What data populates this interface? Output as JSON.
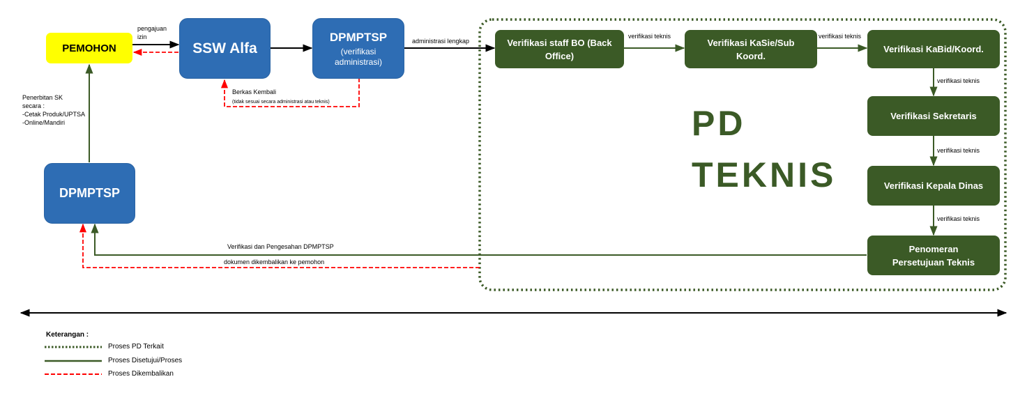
{
  "nodes": {
    "pemohon": "PEMOHON",
    "ssw_alfa": "SSW Alfa",
    "dpmptsp_admin_title": "DPMPTSP",
    "dpmptsp_admin_sub1": "(verifikasi",
    "dpmptsp_admin_sub2": "administrasi)",
    "dpmptsp_main": "DPMPTSP",
    "verif_staff_bo_1": "Verifikasi staff BO (Back",
    "verif_staff_bo_2": "Office)",
    "verif_kasie_1": "Verifikasi KaSie/Sub",
    "verif_kasie_2": "Koord.",
    "verif_kabid": "Verifikasi KaBid/Koord.",
    "verif_sekretaris": "Verifikasi Sekretaris",
    "verif_kadis": "Verifikasi Kepala Dinas",
    "penomeran_1": "Penomeran",
    "penomeran_2": "Persetujuan Teknis"
  },
  "labels": {
    "pengajuan_1": "pengajuan",
    "pengajuan_2": "izin",
    "administrasi_lengkap": "administrasi lengkap",
    "verifikasi_teknis": "verifikasi teknis",
    "berkas_kembali": "Berkas Kembali",
    "berkas_kembali_note": "(tidak sesuai secara administrasi atau teknis)",
    "penerbitan_1": "Penerbitan SK",
    "penerbitan_2": "secara :",
    "penerbitan_3": "-Cetak Produk/UPTSA",
    "penerbitan_4": "-Online/Mandiri",
    "verif_pengesahan": "Verifikasi dan Pengesahan DPMPTSP",
    "dokumen_dikembalikan": "dokumen dikembalikan ke pemohon"
  },
  "region": {
    "line1": "PD",
    "line2": "TEKNIS"
  },
  "legend": {
    "title": "Keterangan :",
    "items": [
      {
        "text": "Proses PD Terkait",
        "style": "dotted",
        "color": "#3b5a26"
      },
      {
        "text": "Proses Disetujui/Proses",
        "style": "solid",
        "color": "#3b5a26"
      },
      {
        "text": "Proses Dikembalikan",
        "style": "dashed",
        "color": "#ff0000"
      }
    ]
  },
  "colors": {
    "green": "#3b5a26",
    "blue": "#2e6db4",
    "yellow": "#ffff00",
    "red": "#ff0000"
  }
}
